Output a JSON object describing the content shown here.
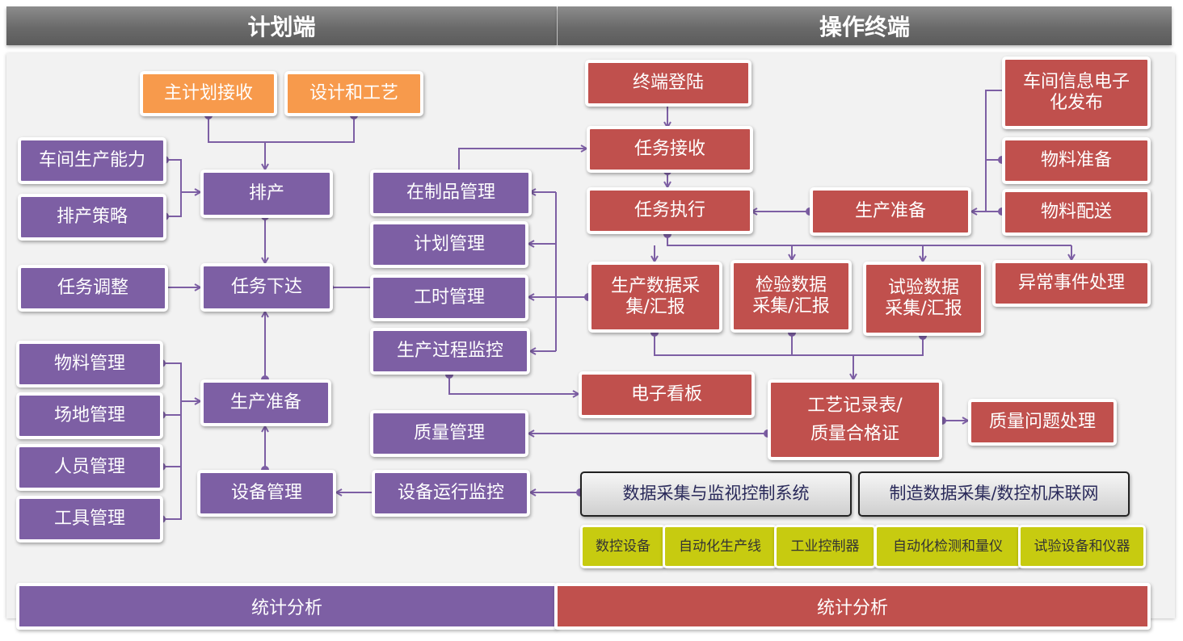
{
  "header": {
    "left": "计划端",
    "right": "操作终端"
  },
  "plan": {
    "main_plan": "主计划接收",
    "design": "设计和工艺",
    "capacity": "车间生产能力",
    "strategy": "排产策略",
    "scheduling": "排产",
    "adjust": "任务调整",
    "dispatch": "任务下达",
    "wip": "在制品管理",
    "plan_mgmt": "计划管理",
    "hours": "工时管理",
    "monitor": "生产过程监控",
    "material": "物料管理",
    "site": "场地管理",
    "staff": "人员管理",
    "tool": "工具管理",
    "prep": "生产准备",
    "quality": "质量管理",
    "equip": "设备管理",
    "equip_monitor": "设备运行监控",
    "stats": "统计分析"
  },
  "terminal": {
    "login": "终端登陆",
    "receive": "任务接收",
    "execute": "任务执行",
    "prep": "生产准备",
    "publish": "车间信息电子\n化发布",
    "mat_prep": "物料准备",
    "mat_deliver": "物料配送",
    "prod_data": "生产数据采\n集/汇报",
    "inspect_data": "检验数据\n采集/汇报",
    "test_data": "试验数据\n采集/汇报",
    "exception": "异常事件处理",
    "kanban": "电子看板",
    "record": "工艺记录表/\n质量合格证",
    "quality_issue": "质量问题处理",
    "daq_system": "数据采集与监视控制系统",
    "cnc_network": "制造数据采集/数控机床联网",
    "stats": "统计分析"
  },
  "devices": [
    "数控设备",
    "自动化生产线",
    "工业控制器",
    "自动化检测和量仪",
    "试验设备和仪器"
  ],
  "colors": {
    "plan": "#7d5fa4",
    "terminal": "#c0504d",
    "input": "#f79a4c",
    "device": "#c7cb10",
    "connector": "#7d5fa4"
  }
}
